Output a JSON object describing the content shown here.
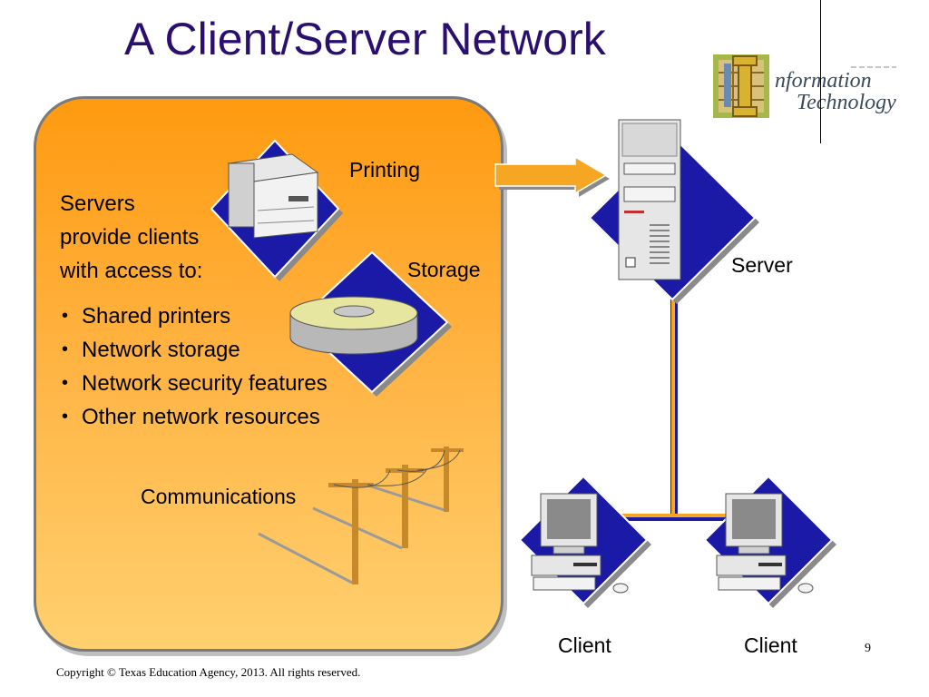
{
  "slide": {
    "title": "A Client/Server Network",
    "intro_lines": [
      "Servers",
      "provide clients",
      "with access to:"
    ],
    "bullets": [
      "Shared printers",
      "Network storage",
      "Network security features",
      "Other network resources"
    ],
    "page_number": "9",
    "copyright": "Copyright © Texas Education Agency, 2013. All rights reserved."
  },
  "logo": {
    "line1": "nformation",
    "line2": "Technology"
  },
  "diagram": {
    "labels": {
      "printing": "Printing",
      "storage": "Storage",
      "communications": "Communications",
      "server": "Server",
      "client_left": "Client",
      "client_right": "Client"
    },
    "icons": [
      "printer-icon",
      "disk-storage-icon",
      "telephone-pole-icon",
      "server-tower-icon",
      "client-computer-icon"
    ]
  },
  "colors": {
    "title": "#2a0f6e",
    "panel_orange": "#ff9a10",
    "diamond_blue": "#1a1aa6",
    "link_orange": "#f5a623"
  }
}
